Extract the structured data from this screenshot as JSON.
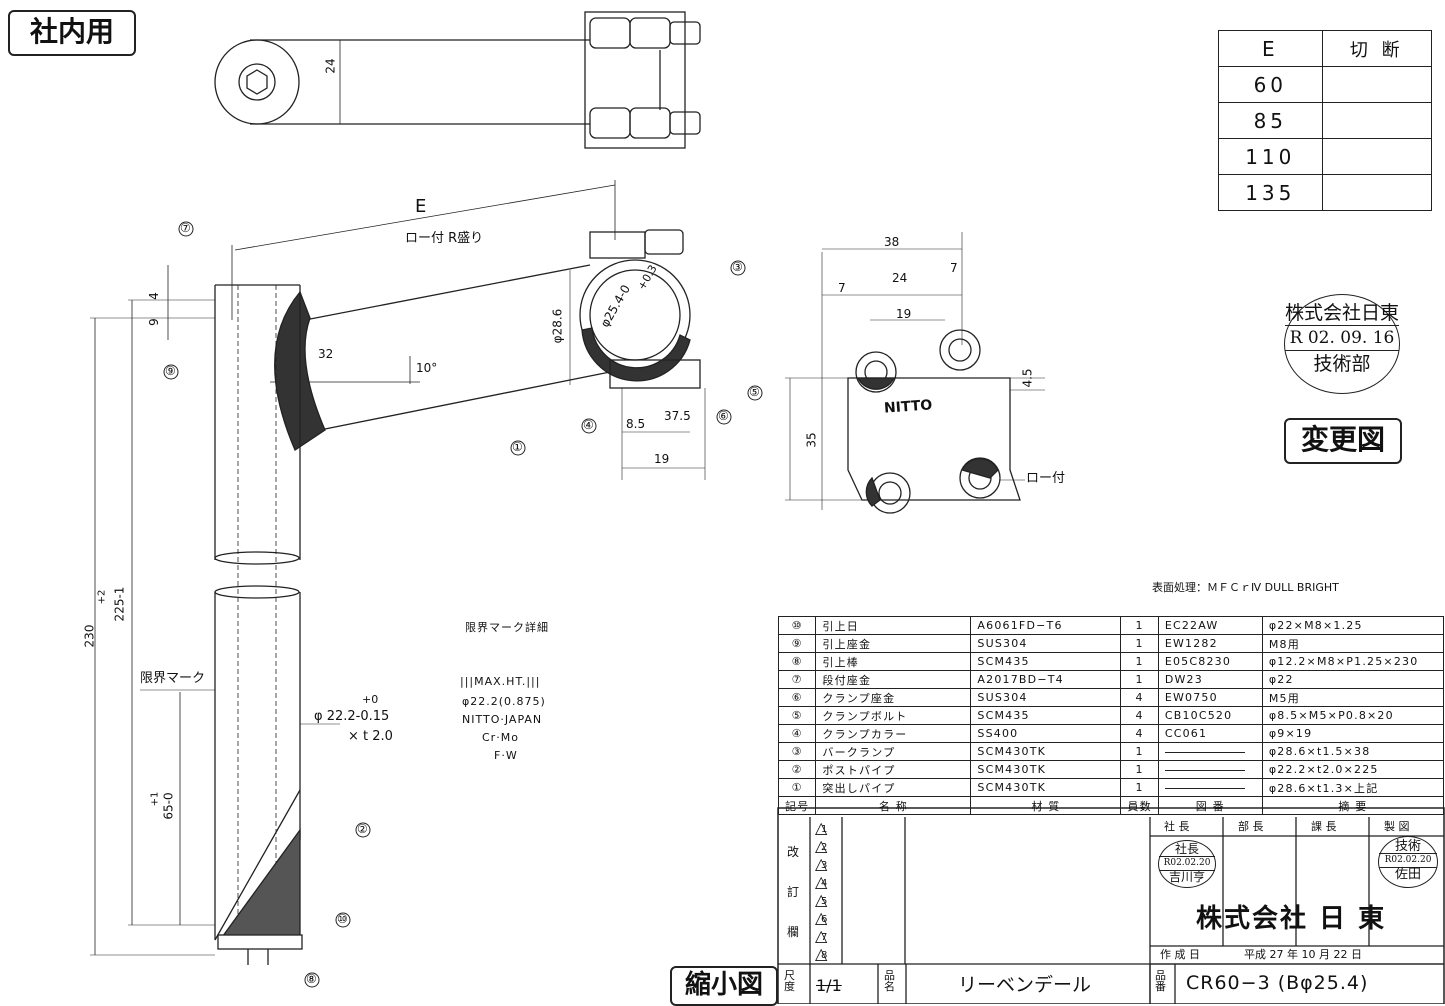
{
  "header": {
    "internal_label": "社内用",
    "reduced_label": "縮小図",
    "change_label": "変更図"
  },
  "e_table": {
    "header": [
      "E",
      "切 断"
    ],
    "rows": [
      "60",
      "85",
      "110",
      "135"
    ]
  },
  "company_stamp": {
    "line1": "株式会社日東",
    "line2": "R 02. 09. 16",
    "line3": "技術部"
  },
  "surface_treatment": "表面処理：ＭＦＣｒⅣ DULL BRIGHT",
  "limit_mark": {
    "title": "限界マーク詳細",
    "lines": [
      "|||MAX.HT.|||",
      "φ22.2(0.875)",
      "NITTO·JAPAN",
      "Cr·Mo",
      "F·W"
    ]
  },
  "dimensions": {
    "d24_top": "24",
    "e": "E",
    "braze_r": "ロー付 R盛り",
    "d4": "4",
    "d9": "9",
    "d32": "32",
    "angle": "10°",
    "d286": "φ28.6",
    "d254": "φ25.4-0",
    "d254_tol": "+0.3",
    "d85": "8.5",
    "d375": "37.5",
    "d19": "19",
    "d38": "38",
    "d7a": "7",
    "d24": "24",
    "d7b": "7",
    "d19b": "19",
    "d45": "4.5",
    "d35": "35",
    "braze": "ロー付",
    "d230": "230",
    "d225": "225-1",
    "d225_tol": "+2",
    "limit": "限界マーク",
    "d222": "φ 22.2-0.15",
    "d222_tol": "+0",
    "d222_t": "× t 2.0",
    "d65": "65-0",
    "d65_tol": "+1",
    "nitto": "NITTO"
  },
  "callouts": [
    "⑦",
    "⑨",
    "①",
    "③",
    "④",
    "⑤",
    "⑥",
    "②",
    "⑩",
    "⑧"
  ],
  "parts": [
    {
      "no": "⑩",
      "name": "引上日",
      "material": "A6061FD−T6",
      "qty": "1",
      "drawing": "EC22AW",
      "spec": "φ22×M8×1.25"
    },
    {
      "no": "⑨",
      "name": "引上座金",
      "material": "SUS304",
      "qty": "1",
      "drawing": "EW1282",
      "spec": "M8用"
    },
    {
      "no": "⑧",
      "name": "引上棒",
      "material": "SCM435",
      "qty": "1",
      "drawing": "E05C8230",
      "spec": "φ12.2×M8×P1.25×230"
    },
    {
      "no": "⑦",
      "name": "段付座金",
      "material": "A2017BD−T4",
      "qty": "1",
      "drawing": "DW23",
      "spec": "φ22"
    },
    {
      "no": "⑥",
      "name": "クランプ座金",
      "material": "SUS304",
      "qty": "4",
      "drawing": "EW0750",
      "spec": "M5用"
    },
    {
      "no": "⑤",
      "name": "クランプボルト",
      "material": "SCM435",
      "qty": "4",
      "drawing": "CB10C520",
      "spec": "φ8.5×M5×P0.8×20"
    },
    {
      "no": "④",
      "name": "クランプカラー",
      "material": "SS400",
      "qty": "4",
      "drawing": "CC061",
      "spec": "φ9×19"
    },
    {
      "no": "③",
      "name": "バークランプ",
      "material": "SCM430TK",
      "qty": "1",
      "drawing": "",
      "spec": "φ28.6×t1.5×38"
    },
    {
      "no": "②",
      "name": "ポストパイプ",
      "material": "SCM430TK",
      "qty": "1",
      "drawing": "",
      "spec": "φ22.2×t2.0×225"
    },
    {
      "no": "①",
      "name": "突出しパイプ",
      "material": "SCM430TK",
      "qty": "1",
      "drawing": "",
      "spec": "φ28.6×t1.3×上記"
    }
  ],
  "parts_header": {
    "no": "記号",
    "name": "名 称",
    "material": "材 質",
    "qty": "員数",
    "drawing": "図 番",
    "spec": "摘 要"
  },
  "revision": {
    "label_chars": [
      "改",
      "訂",
      "欄"
    ],
    "marks": [
      "1",
      "2",
      "3",
      "4",
      "5",
      "6",
      "7",
      "8"
    ]
  },
  "approval": {
    "headers": [
      "社 長",
      "部 長",
      "課 長",
      "製 図"
    ],
    "president_stamp": [
      "社長",
      "R02.02.20",
      "吉川亨"
    ],
    "drafter_stamp": [
      "技術",
      "R02.02.20",
      "佐田"
    ],
    "company": "株式会社 日 東",
    "date_label": "作 成 日",
    "date_value": "平成 27 年 10 月 22 日"
  },
  "footer": {
    "scale_label": "尺度",
    "scale_value": "1/1",
    "name_label": "品名",
    "name_value": "リーベンデール",
    "number_label": "品番",
    "number_value": "CR60−3 (Bφ25.4)"
  }
}
